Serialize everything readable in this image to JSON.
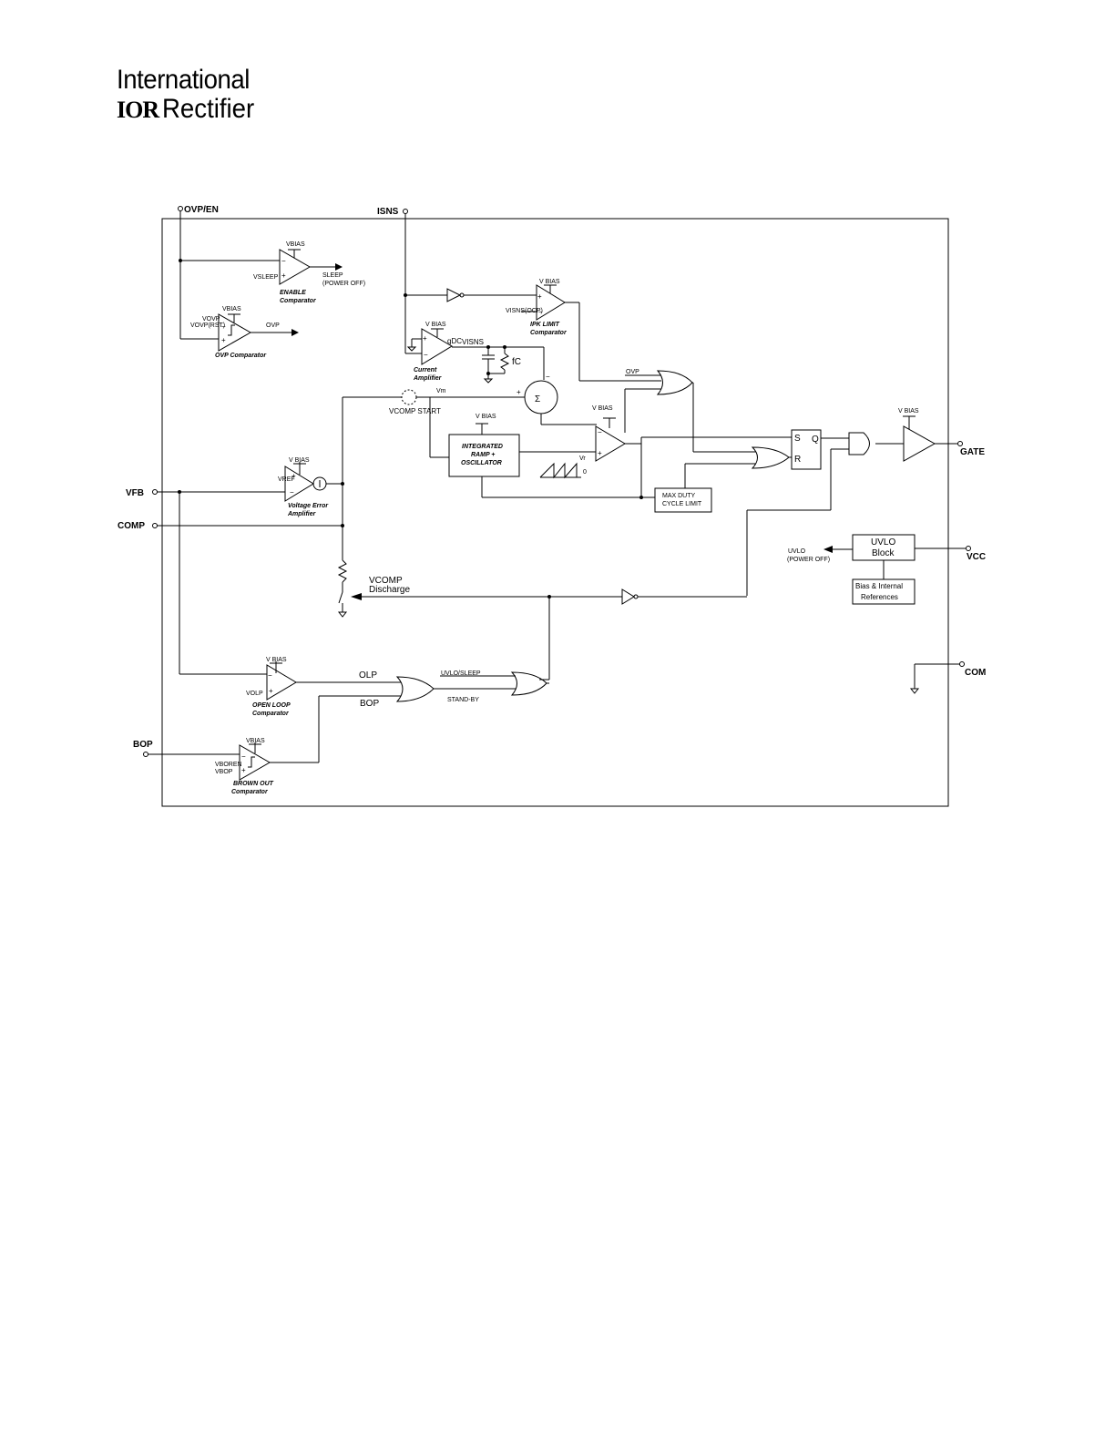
{
  "logo": {
    "line1": "International",
    "mark": "IOR",
    "line2": "Rectifier"
  },
  "pins": {
    "ovp_en": "OVP/EN",
    "isns": "ISNS",
    "vfb": "VFB",
    "comp": "COMP",
    "bop": "BOP",
    "gate": "GATE",
    "vcc": "VCC",
    "com": "COM"
  },
  "supply_labels": {
    "vbias": "VBIAS",
    "v_bias": "V BIAS"
  },
  "enable_comparator": {
    "v_sleep": "VSLEEP",
    "output": "SLEEP",
    "output_note": "(POWER OFF)",
    "name_line1": "ENABLE",
    "name_line2": "Comparator"
  },
  "ovp_comparator": {
    "v_ovp": "VOVP",
    "v_ovp_rst": "VOVP(RST)",
    "output": "OVP",
    "name": "OVP Comparator"
  },
  "ipk_limit": {
    "v_isns_ocp": "VISNS(OCP)",
    "name_line1": "IPK LIMIT",
    "name_line2": "Comparator"
  },
  "current_amp": {
    "gdc": "gDC",
    "v_isns": "VISNS",
    "fc": "fC",
    "name_line1": "Current",
    "name_line2": "Amplifier"
  },
  "vm_path": {
    "vm": "Vm",
    "vcomp_start": "VCOMP START",
    "ovp_input": "OVP",
    "plus": "+",
    "minus": "−"
  },
  "oscillator": {
    "line1": "INTEGRATED",
    "line2": "RAMP +",
    "line3": "OSCILLATOR",
    "v_ramp": "Vr",
    "zero": "0"
  },
  "max_duty": {
    "line1": "MAX DUTY",
    "line2": "CYCLE LIMIT"
  },
  "flipflop": {
    "s": "S",
    "r": "R",
    "q": "Q"
  },
  "error_amp": {
    "v_ref": "VREF",
    "name_line1": "Voltage Error",
    "name_line2": "Amplifier"
  },
  "uvlo": {
    "line1": "UVLO",
    "line2": "Block",
    "output": "UVLO",
    "output_note": "(POWER OFF)"
  },
  "bias_refs": {
    "line1": "Bias & Internal",
    "line2": "References"
  },
  "discharge": {
    "vcomp": "VCOMP",
    "line2": "Discharge"
  },
  "open_loop": {
    "v_olp": "VOLP",
    "output": "OLP",
    "name_line1": "OPEN LOOP",
    "name_line2": "Comparator"
  },
  "brown_out": {
    "v_boren": "VBOREN",
    "v_bop": "VBOP",
    "output": "BOP",
    "name_line1": "BROWN OUT",
    "name_line2": "Comparator"
  },
  "or_gate_labels": {
    "uvlo_sleep": "UVLO/SLEEP",
    "standby": "STAND-BY"
  }
}
